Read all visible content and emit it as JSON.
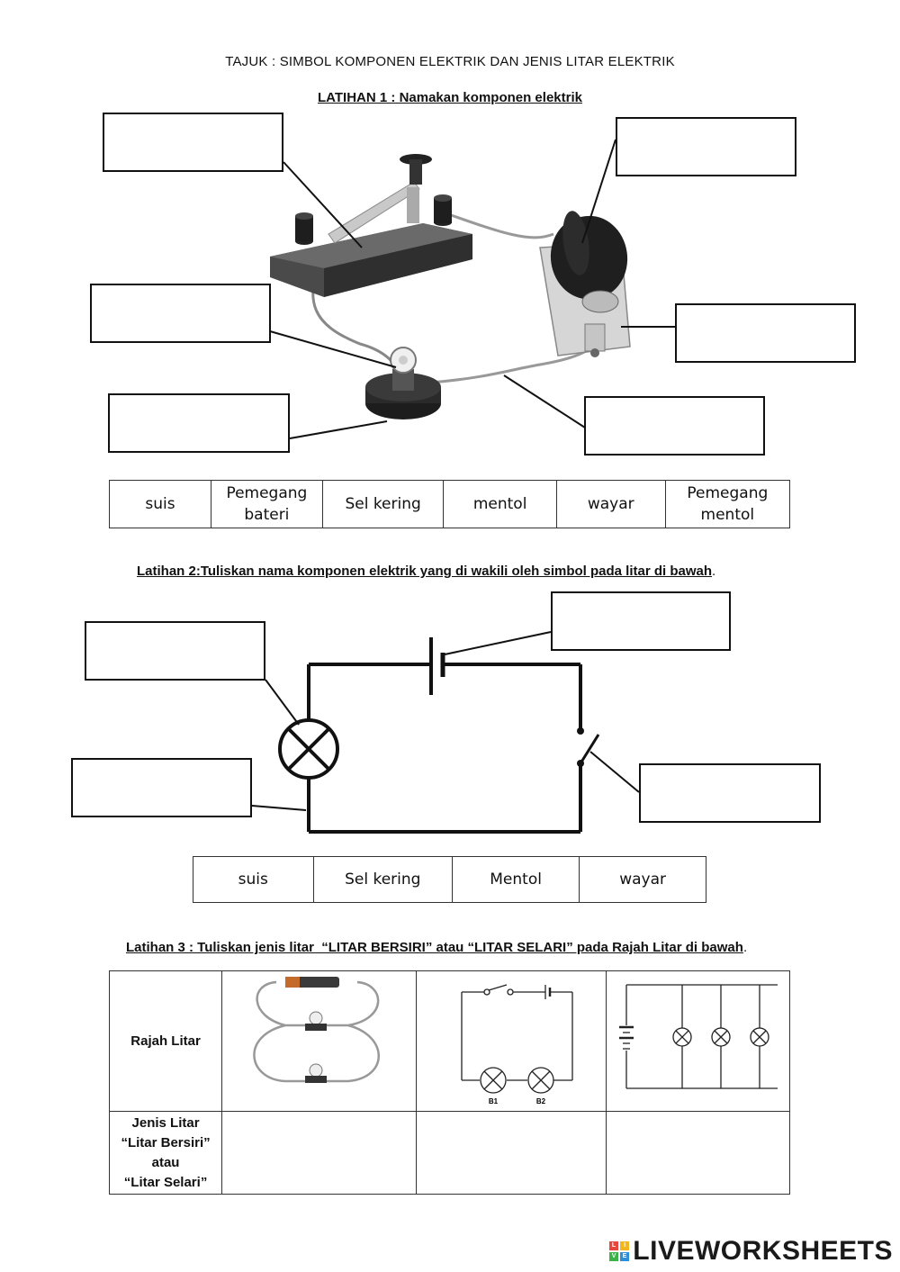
{
  "title": "TAJUK : SIMBOL KOMPONEN ELEKTRIK DAN JENIS LITAR ELEKTRIK",
  "section1": {
    "heading": "LATIHAN 1 : Namakan komponen elektrik",
    "word_bank": [
      "suis",
      "Pemegang bateri",
      "Sel kering",
      "mentol",
      "wayar",
      "Pemegang mentol"
    ]
  },
  "section2": {
    "heading": "Latihan 2:Tuliskan nama komponen elektrik yang di wakili oleh simbol pada litar di bawah",
    "heading_suffix": ".",
    "word_bank": [
      "suis",
      "Sel kering",
      "Mentol",
      "wayar"
    ]
  },
  "section3": {
    "heading": "Latihan 3 : Tuliskan jenis litar  “LITAR BERSIRI” atau “LITAR SELARI” pada Rajah Litar di bawah",
    "heading_suffix": ".",
    "row1_label": "Rajah Litar",
    "row2_label_lines": [
      "Jenis Litar",
      "“Litar Bersiri”",
      "atau",
      "“Litar Selari”"
    ],
    "bulb_labels": [
      "B1",
      "B2"
    ]
  },
  "footer": {
    "logo_text": "LIVEWORKSHEETS",
    "logo_icon_letters": [
      "L",
      "I",
      "V",
      "E"
    ],
    "colors": {
      "logo_l": "#e8473b",
      "logo_i": "#f2b61e",
      "logo_v": "#3bb34a",
      "logo_e": "#2f8fd6"
    }
  }
}
